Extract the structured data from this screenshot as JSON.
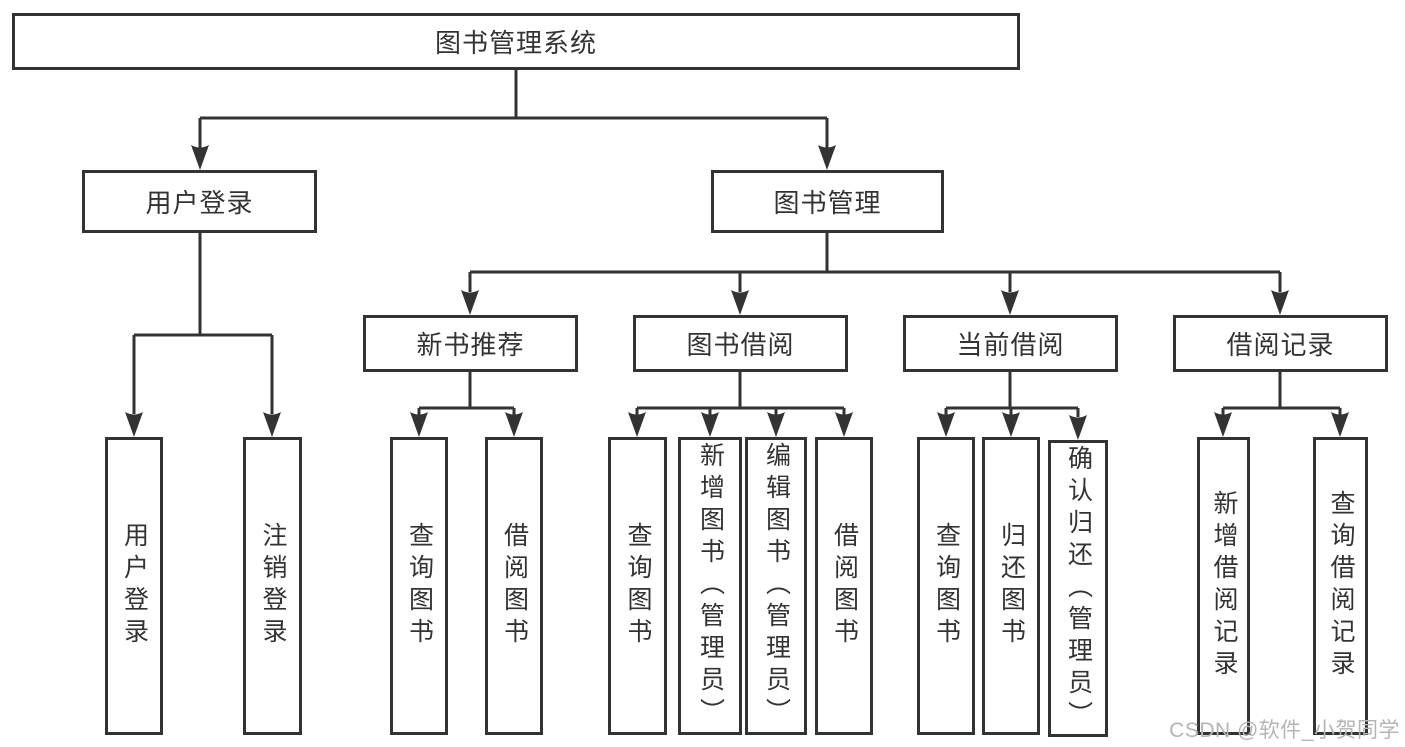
{
  "tree": {
    "root": {
      "label": "图书管理系统"
    },
    "branches": [
      {
        "label": "用户登录",
        "children": [
          {
            "label": "用户登录"
          },
          {
            "label": "注销登录"
          }
        ]
      },
      {
        "label": "图书管理",
        "children": [
          {
            "label": "新书推荐",
            "children": [
              {
                "label": "查询图书"
              },
              {
                "label": "借阅图书"
              }
            ]
          },
          {
            "label": "图书借阅",
            "children": [
              {
                "label": "查询图书"
              },
              {
                "label": "新增图书（管理员）"
              },
              {
                "label": "编辑图书（管理员）"
              },
              {
                "label": "借阅图书"
              }
            ]
          },
          {
            "label": "当前借阅",
            "children": [
              {
                "label": "查询图书"
              },
              {
                "label": "归还图书"
              },
              {
                "label": "确认归还（管理员）"
              }
            ]
          },
          {
            "label": "借阅记录",
            "children": [
              {
                "label": "新增借阅记录"
              },
              {
                "label": "查询借阅记录"
              }
            ]
          }
        ]
      }
    ]
  },
  "watermark": "CSDN @软件_小贺同学",
  "colors": {
    "line": "#333333",
    "text": "#333333",
    "background": "#ffffff",
    "watermark": "#b5b5b5"
  }
}
